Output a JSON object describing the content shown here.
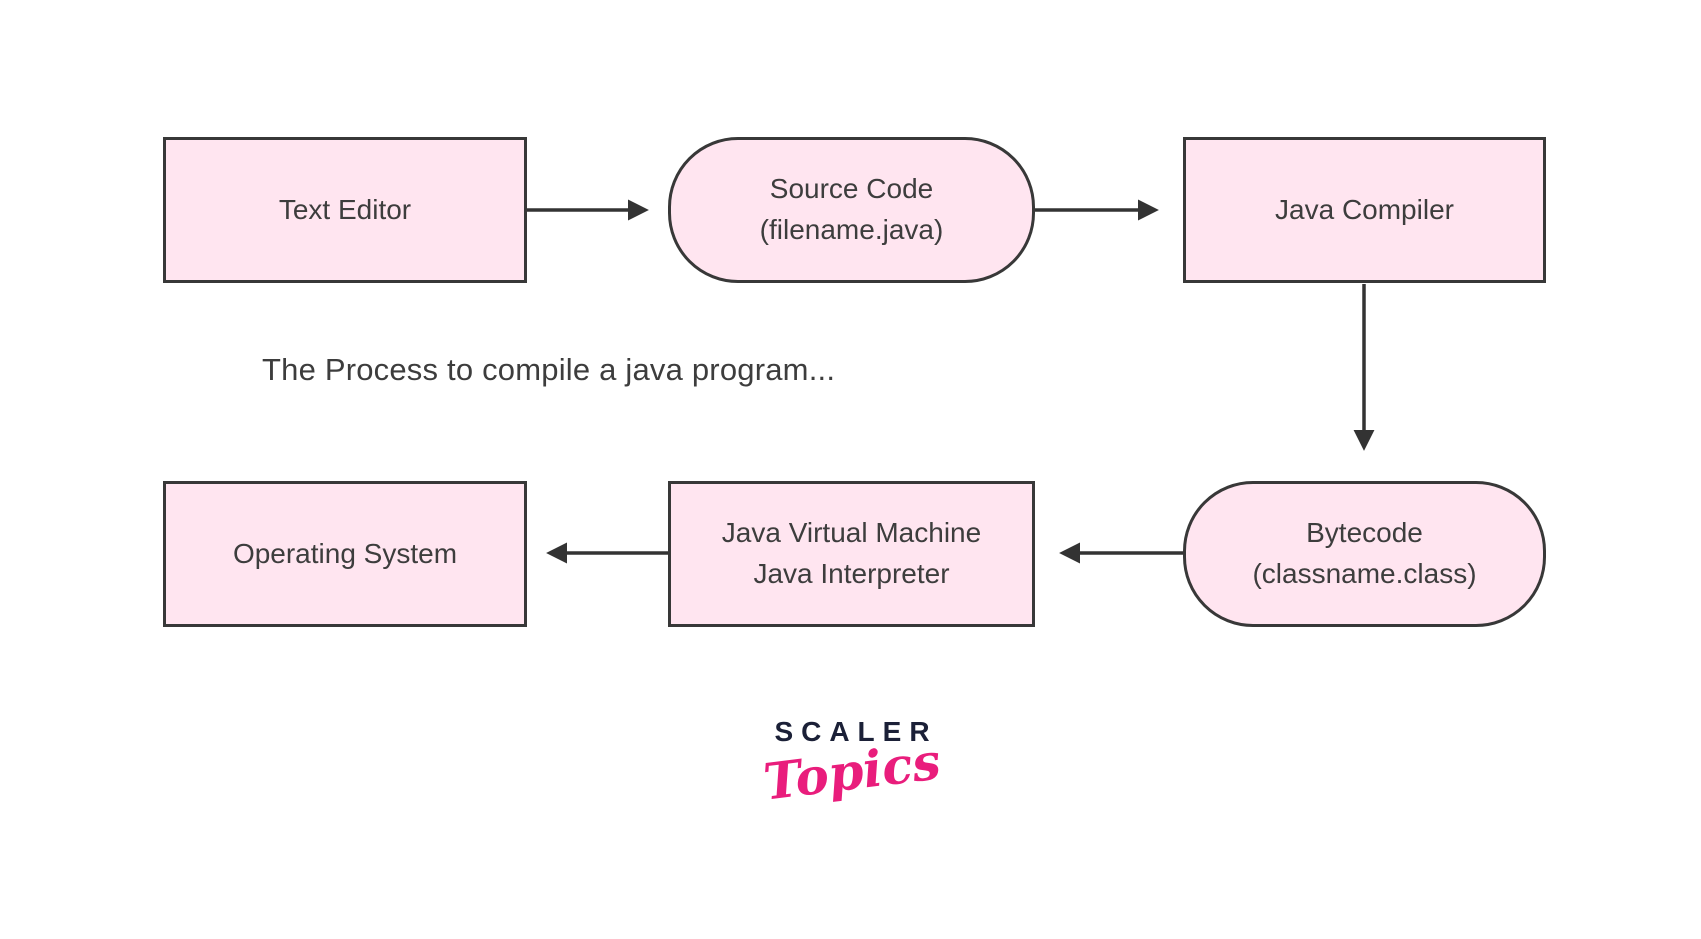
{
  "title": "The Process to compile a java program...",
  "colors": {
    "background": "#ffffff",
    "node_fill": "#ffe5f0",
    "node_border": "#383838",
    "node_text": "#3d3d3d",
    "arrow": "#333333",
    "logo_brand": "#1b2037",
    "logo_sub": "#e91d7c"
  },
  "nodes": [
    {
      "id": "text-editor",
      "shape": "rect",
      "lines": {
        "line1": "Text Editor",
        "line2": ""
      }
    },
    {
      "id": "source-code",
      "shape": "stadium",
      "lines": {
        "line1": "Source Code",
        "line2": "(filename.java)"
      }
    },
    {
      "id": "java-compiler",
      "shape": "rect",
      "lines": {
        "line1": "Java Compiler",
        "line2": ""
      }
    },
    {
      "id": "operating-system",
      "shape": "rect",
      "lines": {
        "line1": "Operating System",
        "line2": ""
      }
    },
    {
      "id": "jvm",
      "shape": "rect",
      "lines": {
        "line1": "Java Virtual Machine",
        "line2": "Java Interpreter"
      }
    },
    {
      "id": "bytecode",
      "shape": "stadium",
      "lines": {
        "line1": "Bytecode",
        "line2": "(classname.class)"
      }
    }
  ],
  "arrows": [
    {
      "id": "text-editor-to-source-code",
      "direction": "right"
    },
    {
      "id": "source-code-to-java-compiler",
      "direction": "right"
    },
    {
      "id": "java-compiler-to-bytecode",
      "direction": "down"
    },
    {
      "id": "bytecode-to-jvm",
      "direction": "left"
    },
    {
      "id": "jvm-to-operating-system",
      "direction": "left"
    }
  ],
  "logo": {
    "brand": "SCALER",
    "sub": "Topics"
  }
}
